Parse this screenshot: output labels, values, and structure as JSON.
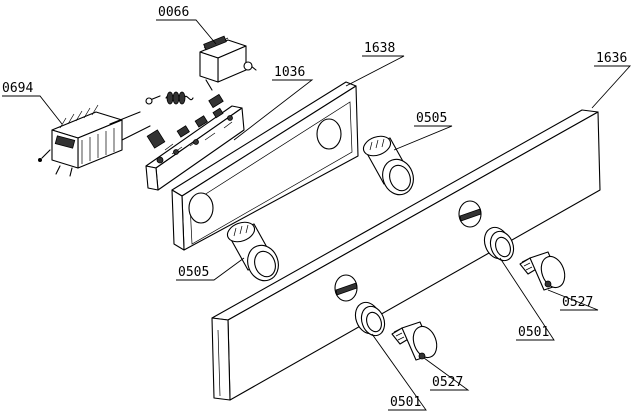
{
  "labels": {
    "part_0066": "0066",
    "part_1638": "1638",
    "part_1036": "1036",
    "part_0694": "0694",
    "part_1636": "1636",
    "part_0505_top": "0505",
    "part_0505_left": "0505",
    "part_0527_right": "0527",
    "part_0501_right": "0501",
    "part_0527_bottom": "0527",
    "part_0501_bottom": "0501"
  }
}
